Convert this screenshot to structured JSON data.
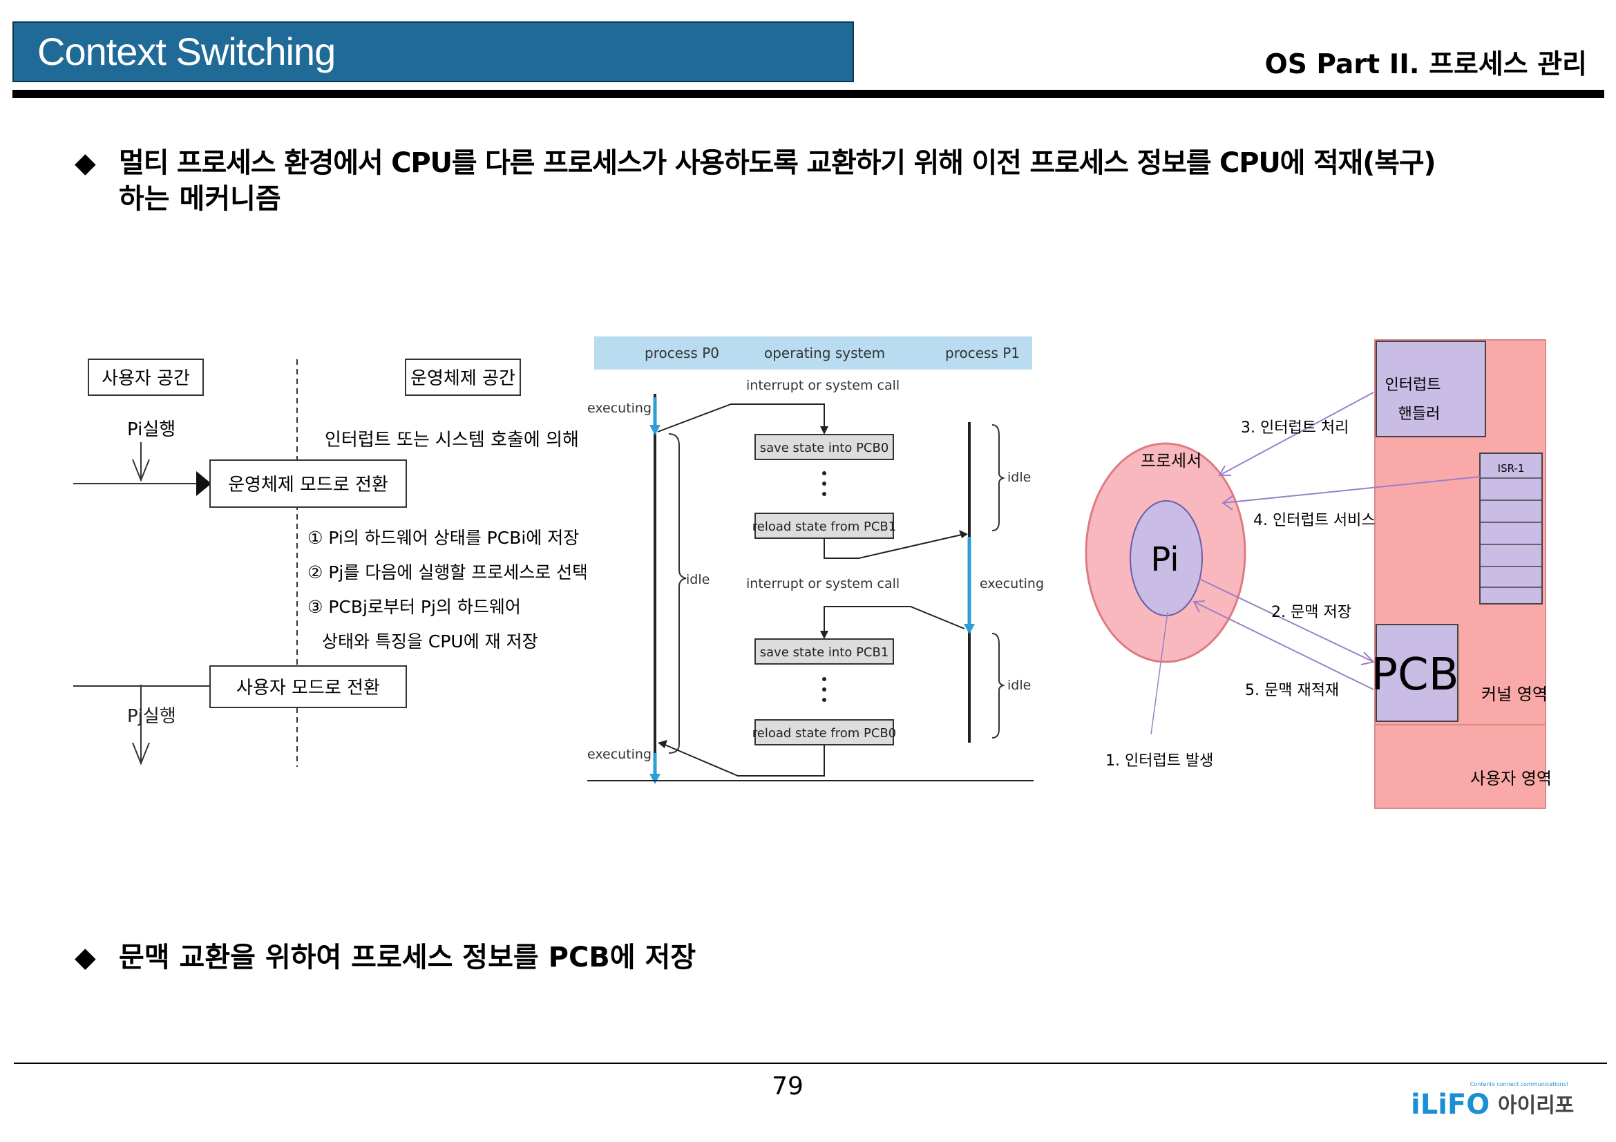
{
  "header": {
    "title": "Context Switching",
    "subtitle": "OS Part II. 프로세스 관리"
  },
  "bullets": [
    {
      "line1": "멀티 프로세스 환경에서 CPU를 다른 프로세스가 사용하도록 교환하기 위해 이전 프로세스 정보를 CPU에 적재(복구)",
      "line2": "하는 메커니즘"
    },
    {
      "line1": "문맥 교환을 위하여 프로세스 정보를 PCB에 저장"
    }
  ],
  "bullet_symbol": "◆",
  "diagram_left": {
    "user_space": "사용자 공간",
    "os_space": "운영체제 공간",
    "pi_exec": "Pi실행",
    "cause": "인터럽트 또는 시스템 호출에 의해",
    "to_os_mode": "운영체제 모드로 전환",
    "step1": "① Pi의 하드웨어 상태를 PCBi에 저장",
    "step2": "② Pj를 다음에 실행할 프로세스로 선택",
    "step3a": "③ PCBj로부터 Pj의 하드웨어",
    "step3b": "상태와 특징을 CPU에 재 저장",
    "to_user_mode": "사용자 모드로 전환",
    "pj_exec": "Pj실행"
  },
  "diagram_middle": {
    "header_p0": "process P0",
    "header_os": "operating system",
    "header_p1": "process P1",
    "executing": "executing",
    "interrupt": "interrupt or system call",
    "save0": "save state into PCB0",
    "reload1": "reload state from PCB1",
    "idle": "idle",
    "save1": "save state into PCB1",
    "reload0": "reload state from PCB0"
  },
  "diagram_right": {
    "handler_line1": "인터럽트",
    "handler_line2": "핸들러",
    "step3": "3.  인터럽트 처리",
    "processor": "프로세서",
    "pi": "Pi",
    "isr": "ISR-1",
    "step4": "4.  인터럽트 서비스",
    "step2": "2.  문맥 저장",
    "pcb": "PCB",
    "step5": "5.  문맥 재적재",
    "kernel": "커널 영역",
    "step1": "1.  인터럽트 발생",
    "user": "사용자 영역"
  },
  "footer": {
    "page_number": "79",
    "logo_text": "iLiFO",
    "logo_korean": "아이리포",
    "logo_tagline": "Contents connect communications!"
  },
  "colors": {
    "title_bg": "#1f6a96",
    "table_header": "#b9dcf0",
    "arrow_blue": "#2b9fd6",
    "pink_circle": "#f9b8bd",
    "pink_memory": "#f9aaa8",
    "lavender": "#c9bde6",
    "logo_blue": "#1b8fd3",
    "logo_orange": "#f08a1c"
  }
}
